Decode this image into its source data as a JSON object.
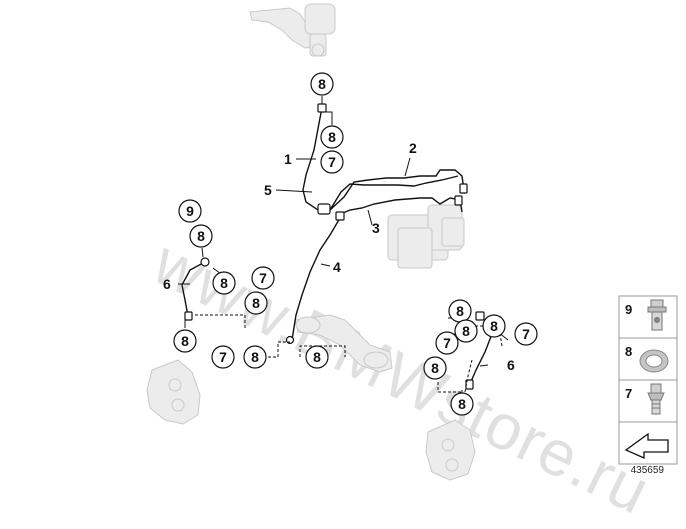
{
  "watermark": "www.BMWstore.ru",
  "diagram_number": "435659",
  "leader_labels": {
    "l1": "1",
    "l2": "2",
    "l3": "3",
    "l4": "4",
    "l5": "5",
    "l6_left": "6",
    "l6_right": "6"
  },
  "callouts": {
    "c8_top": "8",
    "c8_a": "8",
    "c7_a": "7",
    "c9_left": "9",
    "c8_b": "8",
    "c8_c": "8",
    "c8_d": "8",
    "c7_b": "7",
    "c8_e": "8",
    "c8_f": "8",
    "c7_c": "7",
    "c8_g": "8",
    "c8_h": "8",
    "c8_i": "8",
    "c8_j": "8",
    "c7_d": "7",
    "c7_e": "7",
    "c8_k": "8",
    "c8_l": "8"
  },
  "legend": {
    "item9": "9",
    "item8": "8",
    "item7": "7"
  }
}
